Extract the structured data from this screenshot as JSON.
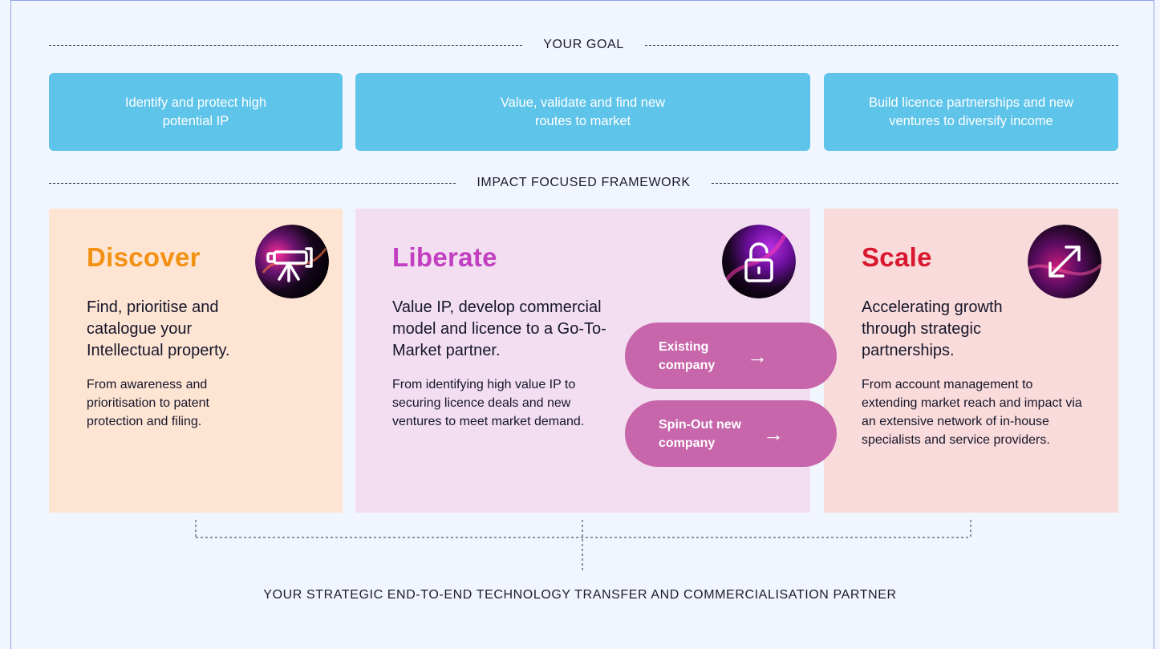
{
  "goal_divider": "YOUR GOAL",
  "goals": [
    "Identify and protect high potential IP",
    "Value, validate and find new routes to market",
    "Build licence partnerships and new ventures to diversify income"
  ],
  "framework_divider": "IMPACT FOCUSED FRAMEWORK",
  "stages": {
    "discover": {
      "title": "Discover",
      "lead": "Find, prioritise and catalogue your Intellectual property.",
      "body": "From awareness and prioritisation to patent protection and filing.",
      "icon": "telescope-icon",
      "color": "#f39112"
    },
    "liberate": {
      "title": "Liberate",
      "lead": "Value IP, develop commercial model and licence to a Go-To-Market partner.",
      "body": "From identifying high value IP to securing licence deals and new ventures to meet market demand.",
      "icon": "unlock-icon",
      "color": "#c23fc2"
    },
    "scale": {
      "title": "Scale",
      "lead": "Accelerating growth through strategic partnerships.",
      "body": "From account management to extending market reach and impact via an extensive network of in-house specialists and service providers.",
      "icon": "expand-arrows-icon",
      "color": "#d9182f"
    }
  },
  "routes": [
    {
      "label": "Existing company",
      "arrow": "→"
    },
    {
      "label": "Spin-Out new company",
      "arrow": "→"
    }
  ],
  "partner_label": "YOUR STRATEGIC END-TO-END TECHNOLOGY TRANSFER AND COMMERCIALISATION PARTNER"
}
